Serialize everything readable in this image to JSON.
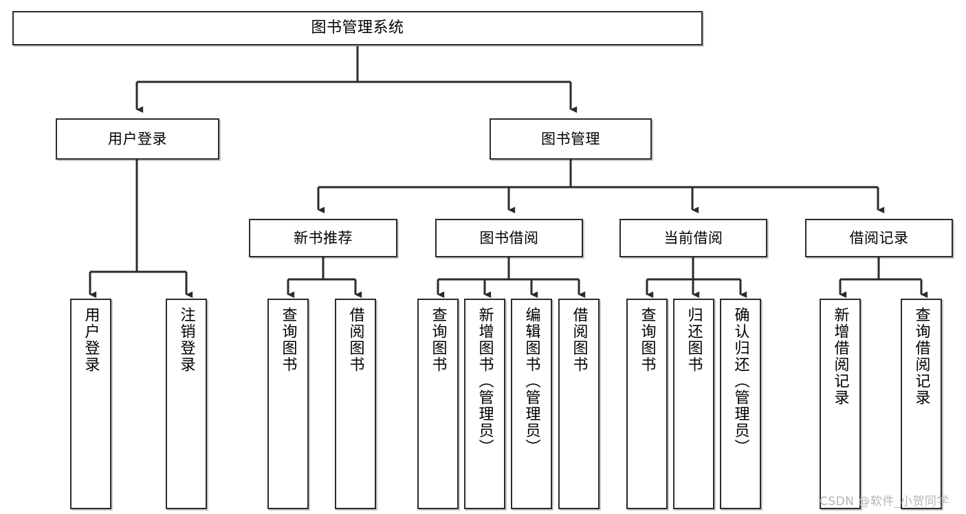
{
  "diagram": {
    "type": "tree",
    "title": "图书管理系统",
    "orientation": "top-down",
    "colors": {
      "background": "#ffffff",
      "node_border": "#2b2b2b",
      "node_fill": "#ffffff",
      "edge": "#2b2b2b",
      "text": "#000000",
      "watermark": "#b4b4b4"
    },
    "root": {
      "label": "图书管理系统"
    },
    "level2": [
      {
        "label": "用户登录"
      },
      {
        "label": "图书管理"
      }
    ],
    "level3": [
      {
        "label": "新书推荐"
      },
      {
        "label": "图书借阅"
      },
      {
        "label": "当前借阅"
      },
      {
        "label": "借阅记录"
      }
    ],
    "leaves": {
      "user_login": [
        {
          "label": "用户登录"
        },
        {
          "label": "注销登录"
        }
      ],
      "new_book_recommend": [
        {
          "label": "查询图书"
        },
        {
          "label": "借阅图书"
        }
      ],
      "book_borrow": [
        {
          "label": "查询图书"
        },
        {
          "label": "新增图书（管理员）"
        },
        {
          "label": "编辑图书（管理员）"
        },
        {
          "label": "借阅图书"
        }
      ],
      "current_borrow": [
        {
          "label": "查询图书"
        },
        {
          "label": "归还图书"
        },
        {
          "label": "确认归还（管理员）"
        }
      ],
      "borrow_record": [
        {
          "label": "新增借阅记录"
        },
        {
          "label": "查询借阅记录"
        }
      ]
    }
  },
  "watermark": {
    "text": "CSDN @软件_小贺同学"
  }
}
